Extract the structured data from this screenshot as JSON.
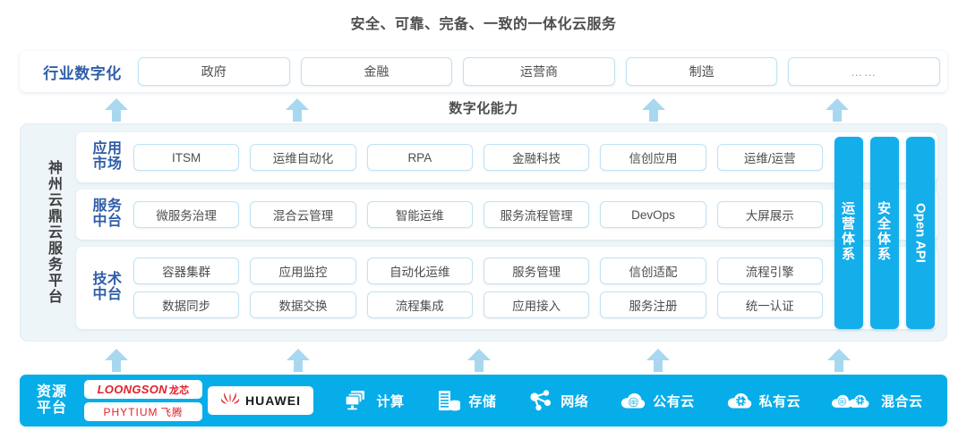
{
  "title": "安全、可靠、完备、一致的一体化云服务",
  "industry": {
    "label": "行业数字化",
    "items": [
      "政府",
      "金融",
      "运营商",
      "制造",
      "……"
    ]
  },
  "capability_caption": "数字化能力",
  "platform": {
    "vertical_label": "神州云鼎云服务平台",
    "layers": [
      {
        "label_line1": "应用",
        "label_line2": "市场",
        "rows": [
          [
            "ITSM",
            "运维自动化",
            "RPA",
            "金融科技",
            "信创应用",
            "运维/运营"
          ]
        ]
      },
      {
        "label_line1": "服务",
        "label_line2": "中台",
        "rows": [
          [
            "微服务治理",
            "混合云管理",
            "智能运维",
            "服务流程管理",
            "DevOps",
            "大屏展示"
          ]
        ]
      },
      {
        "label_line1": "技术",
        "label_line2": "中台",
        "rows": [
          [
            "容器集群",
            "应用监控",
            "自动化运维",
            "服务管理",
            "信创适配",
            "流程引擎"
          ],
          [
            "数据同步",
            "数据交换",
            "流程集成",
            "应用接入",
            "服务注册",
            "统一认证"
          ]
        ]
      }
    ],
    "pillars": [
      {
        "chars": [
          "运",
          "营",
          "体",
          "系"
        ],
        "text": "运营体系",
        "rotated": false
      },
      {
        "chars": [
          "安",
          "全",
          "体",
          "系"
        ],
        "text": "安全体系",
        "rotated": false
      },
      {
        "chars": [],
        "text": "Open API",
        "rotated": true
      }
    ]
  },
  "resource": {
    "label_line1": "资源",
    "label_line2": "平台",
    "vendors": [
      {
        "name": "LOONGSON",
        "cn": "龙芯"
      },
      {
        "name": "PHYTIUM",
        "cn": "飞腾"
      },
      {
        "name": "HUAWEI",
        "cn": ""
      }
    ],
    "items": [
      {
        "icon": "compute-icon",
        "label": "计算"
      },
      {
        "icon": "storage-icon",
        "label": "存储"
      },
      {
        "icon": "network-icon",
        "label": "网络"
      },
      {
        "icon": "public-cloud-icon",
        "label": "公有云"
      },
      {
        "icon": "private-cloud-icon",
        "label": "私有云"
      },
      {
        "icon": "hybrid-cloud-icon",
        "label": "混合云"
      }
    ]
  },
  "colors": {
    "brand_blue": "#07ade9",
    "pillar_blue": "#14aeeb",
    "arrow_blue": "#a8d8f0",
    "label_navy": "#2f5ea8",
    "panel_bg": "#eef5f9",
    "text_gray": "#4d4d4d",
    "vendor_red": "#e1202a"
  }
}
